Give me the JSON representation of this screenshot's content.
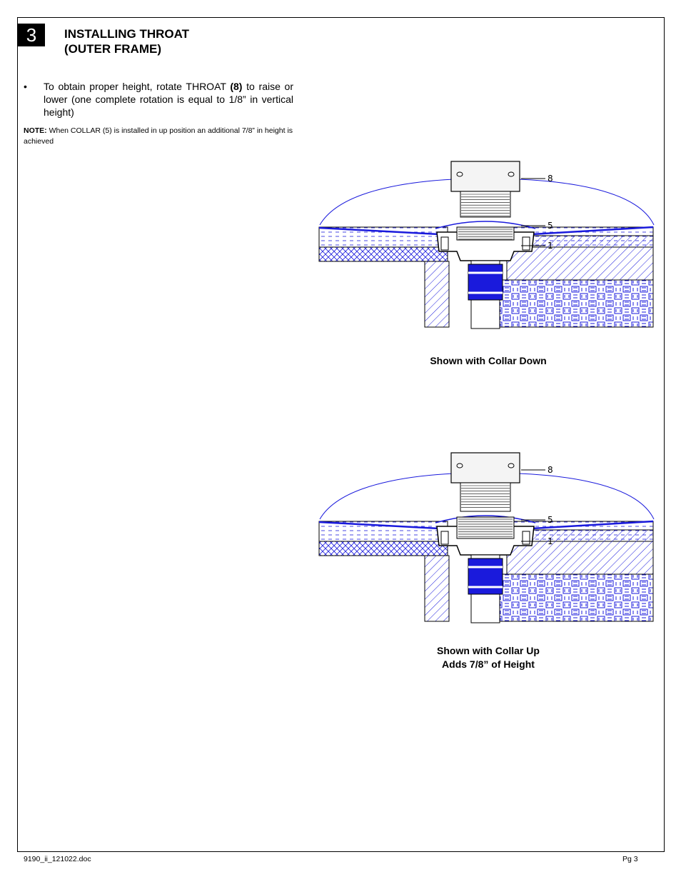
{
  "step": {
    "number": "3"
  },
  "header": {
    "title_line1": "INSTALLING THROAT",
    "title_line2": "(OUTER FRAME)"
  },
  "instructions": {
    "bullet_pre": "To obtain proper height, rotate THROAT ",
    "bullet_bold": "(8)",
    "bullet_post": " to raise or lower (one complete rotation is equal to 1/8” in vertical height)",
    "note_label": "NOTE:",
    "note_text": "  When COLLAR (5) is installed in up position an additional 7/8” in height is achieved"
  },
  "figures": [
    {
      "callouts": [
        "8",
        "5",
        "1"
      ],
      "caption_line1": "Shown with Collar Down",
      "caption_line2": ""
    },
    {
      "callouts": [
        "8",
        "5",
        "1"
      ],
      "caption_line1": "Shown with Collar Up",
      "caption_line2": "Adds 7/8” of Height"
    }
  ],
  "colors": {
    "accent": "#1a1adc",
    "ink": "#000000"
  },
  "footer": {
    "doc_id": "9190_ii_121022.doc",
    "page": "Pg 3"
  }
}
